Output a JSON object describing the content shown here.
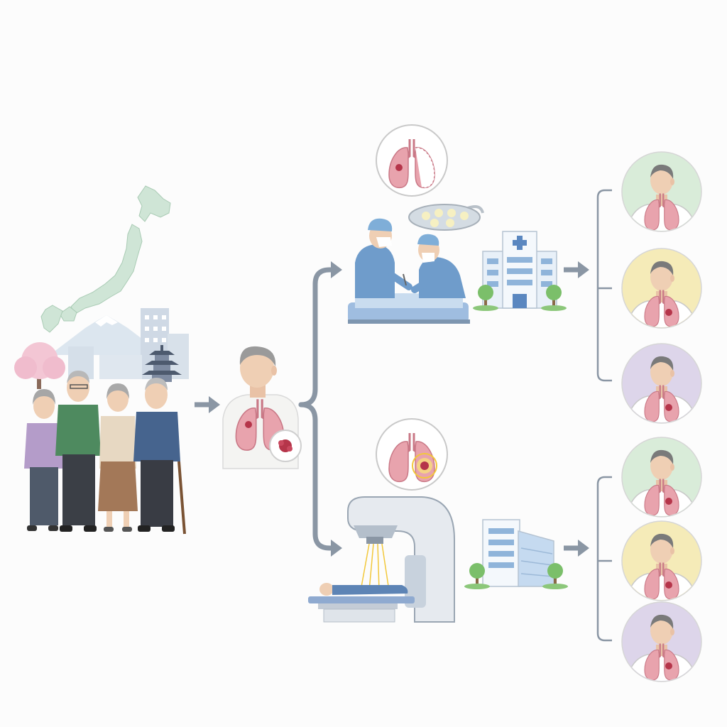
{
  "diagram": {
    "type": "flow",
    "stages": [
      {
        "id": "population",
        "icon": "elderly-group-japan-icon"
      },
      {
        "id": "patient",
        "icon": "patient-lung-tumor-icon"
      },
      {
        "id": "surgery",
        "icon": "surgery-icon",
        "inset": "lung-resection-icon"
      },
      {
        "id": "radiotherapy",
        "icon": "radiotherapy-icon",
        "inset": "lung-irradiation-icon"
      },
      {
        "id": "hospital-surgery",
        "icon": "hospital-icon"
      },
      {
        "id": "hospital-radiotherapy",
        "icon": "hospital-icon"
      }
    ],
    "outcome_colors": [
      "#d9ecd9",
      "#f5ebb8",
      "#ddd5ea"
    ],
    "outcomes": {
      "surgery": [
        {
          "color": "#d9ecd9",
          "tumor": false
        },
        {
          "color": "#f5ebb8",
          "tumor": true
        },
        {
          "color": "#ddd5ea",
          "tumor": true
        }
      ],
      "radiotherapy": [
        {
          "color": "#d9ecd9",
          "tumor": true
        },
        {
          "color": "#f5ebb8",
          "tumor": true
        },
        {
          "color": "#ddd5ea",
          "tumor": true
        }
      ]
    },
    "colors": {
      "arrow": "#8a96a4",
      "lung": "#e8a3ad",
      "lung_dark": "#c97886",
      "tumor": "#b5354a",
      "japan": "#cfe5d6",
      "scrub": "#6f9ccb",
      "hospital": "#e8f0f8",
      "tree": "#7bbf6a",
      "beam": "#f2c83a"
    }
  }
}
